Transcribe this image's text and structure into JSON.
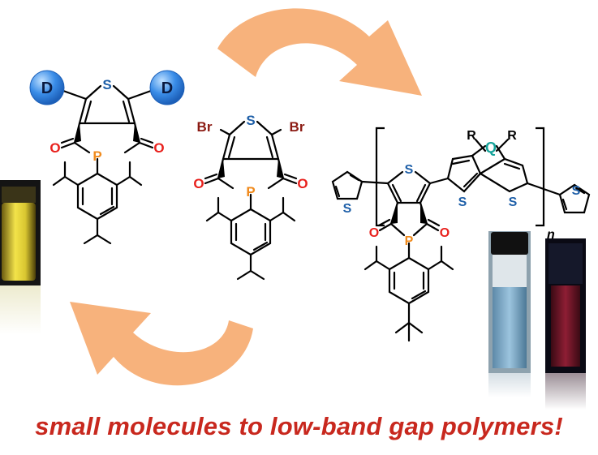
{
  "caption": "small molecules to low-band gap polymers!",
  "atoms": {
    "sulfur": "S",
    "phosphorus": "P",
    "oxygen": "O",
    "bromine": "Br",
    "donor": "D",
    "bridge": "Q",
    "r_group": "R",
    "repeat_n": "n"
  },
  "colors": {
    "arrow": "#f7b27c",
    "sulfur": "#1e5fa8",
    "phosphorus": "#f08a1c",
    "oxygen": "#e8201c",
    "bromine": "#8b1a12",
    "bridge": "#16a39a",
    "donor_ball": "#3a8de8",
    "caption": "#c8281e"
  },
  "icons": [
    "cycle-arrow-top",
    "cycle-arrow-bottom",
    "yellow-vial",
    "blue-vial",
    "red-vial"
  ]
}
